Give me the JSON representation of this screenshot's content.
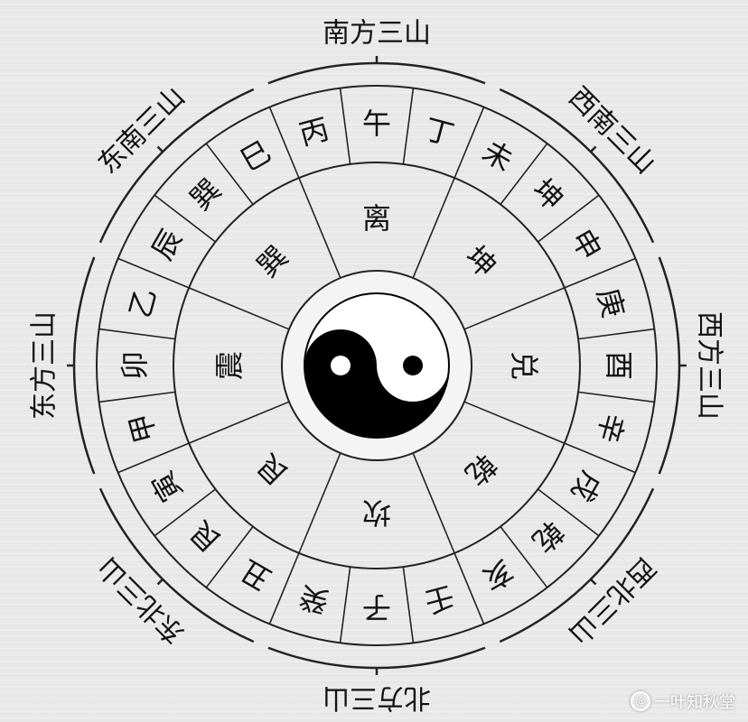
{
  "diagram": {
    "mountains": [
      "丙",
      "午",
      "丁",
      "未",
      "坤",
      "申",
      "庚",
      "酉",
      "辛",
      "戌",
      "乾",
      "亥",
      "壬",
      "子",
      "癸",
      "丑",
      "艮",
      "寅",
      "甲",
      "卯",
      "乙",
      "辰",
      "巽",
      "巳"
    ],
    "trigrams": [
      "离",
      "坤",
      "兑",
      "乾",
      "坎",
      "艮",
      "震",
      "巽"
    ],
    "direction_labels": [
      "南方三山",
      "西南三山",
      "西方三山",
      "西北三山",
      "北方三山",
      "东北三山",
      "东方三山",
      "东南三山"
    ],
    "colors": {
      "line": "#222222",
      "yin": "#000000",
      "yang": "#ffffff"
    }
  },
  "watermark": {
    "icon": "weibo-at-icon",
    "symbol": "@",
    "text": "一叶知秋堂"
  }
}
